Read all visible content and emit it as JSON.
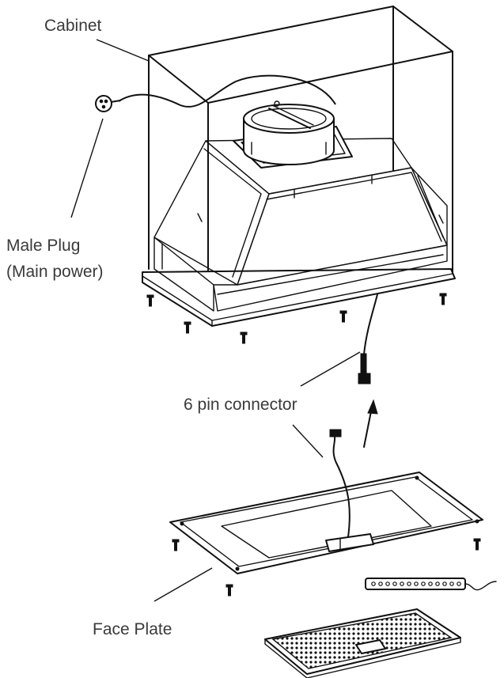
{
  "labels": {
    "cabinet": "Cabinet",
    "male_plug_line1": "Male Plug",
    "male_plug_line2": "(Main power)",
    "six_pin_connector": "6 pin connector",
    "face_plate": "Face Plate"
  }
}
